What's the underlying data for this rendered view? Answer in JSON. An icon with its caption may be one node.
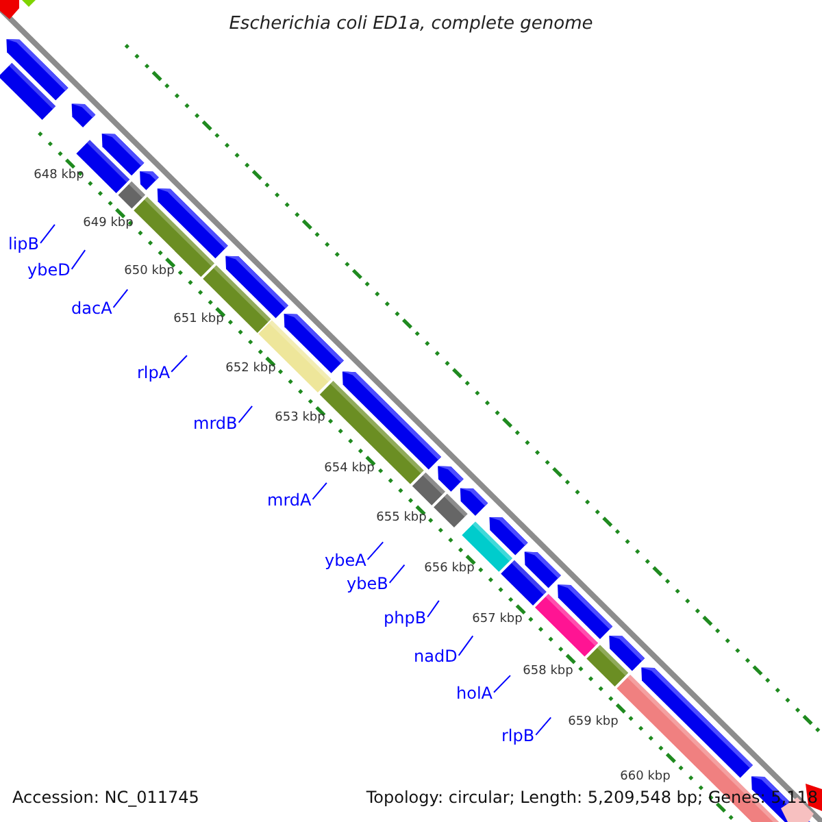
{
  "diagram": {
    "title": "Escherichia coli ED1a, complete genome",
    "nodes": [
      {
        "text": [
          "lipB"
        ]
      },
      {
        "text": [
          "ybeD"
        ]
      },
      {
        "text": [
          "dacA"
        ]
      },
      {
        "text": [
          "rlpA"
        ]
      },
      {
        "text": [
          "mrdB"
        ]
      },
      {
        "text": [
          "mrdA"
        ]
      },
      {
        "text": [
          "ybeA"
        ]
      },
      {
        "text": [
          "ybeB"
        ]
      },
      {
        "text": [
          "phpB"
        ]
      },
      {
        "text": [
          "nadD"
        ]
      },
      {
        "text": [
          "holA"
        ]
      },
      {
        "text": [
          "rlpB"
        ]
      }
    ],
    "edges": [
      {
        "from": 0,
        "to": null,
        "arrow": "none"
      },
      {
        "from": 1,
        "to": null,
        "arrow": "none"
      },
      {
        "from": 2,
        "to": null,
        "arrow": "none"
      },
      {
        "from": 3,
        "to": null,
        "arrow": "none"
      },
      {
        "from": 4,
        "to": null,
        "arrow": "none"
      },
      {
        "from": 5,
        "to": null,
        "arrow": "none"
      },
      {
        "from": 6,
        "to": null,
        "arrow": "none"
      },
      {
        "from": 7,
        "to": null,
        "arrow": "none"
      },
      {
        "from": 8,
        "to": null,
        "arrow": "none"
      },
      {
        "from": 9,
        "to": null,
        "arrow": "none"
      },
      {
        "from": 10,
        "to": null,
        "arrow": "none"
      },
      {
        "from": 11,
        "to": null,
        "arrow": "none"
      }
    ],
    "labels": [
      "648 kbp",
      "649 kbp",
      "650 kbp",
      "651 kbp",
      "652 kbp",
      "653 kbp",
      "654 kbp",
      "655 kbp",
      "656 kbp",
      "657 kbp",
      "658 kbp",
      "659 kbp",
      "660 kbp",
      "Accession: NC_011745",
      "Topology: circular; Length: 5,209,548 bp; Genes: 5,118"
    ]
  }
}
